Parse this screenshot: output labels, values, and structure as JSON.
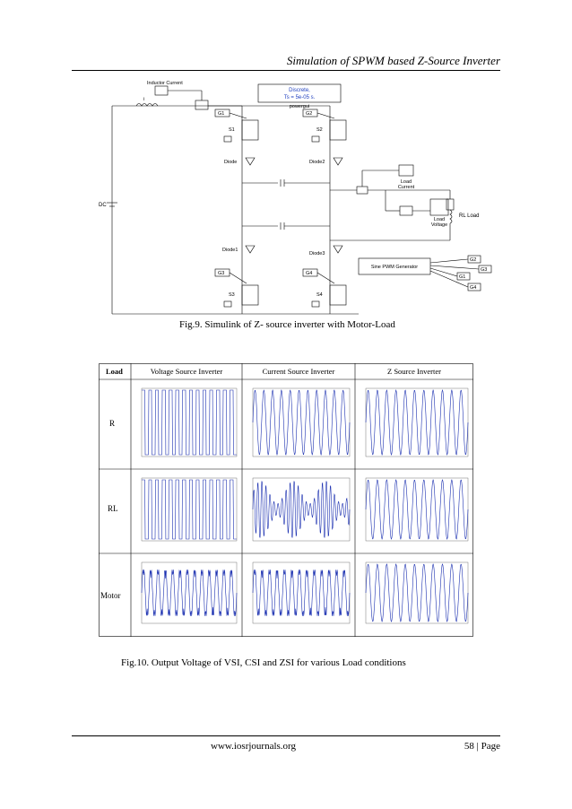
{
  "header": {
    "title": "Simulation of SPWM based Z-Source Inverter"
  },
  "figure9": {
    "caption": "Fig.9. Simulink of Z- source inverter with Motor-Load",
    "blocks": {
      "inductor_current": "Inductor Current",
      "powergui_line1": "Discrete,",
      "powergui_line2": "Ts = 5e-05 s.",
      "powergui_label": "powergui",
      "i_label": "i",
      "dc_label": "DC",
      "g1": "G1",
      "g2": "G2",
      "g3": "G3",
      "g4": "G4",
      "s1": "S1",
      "s2": "S2",
      "s3": "S3",
      "s4": "S4",
      "diode": "Diode",
      "diode1": "Diode1",
      "diode2": "Diode2",
      "diode3": "Diode3",
      "load_current_1": "Load",
      "load_current_2": "Current",
      "load_voltage_1": "Load",
      "load_voltage_2": "Voltage",
      "rl_load": "RL Load",
      "pwm_generator": "Sine PWM Generator",
      "out_g2": "G2",
      "out_g3": "G3",
      "out_g1": "G1",
      "out_g4": "G4"
    }
  },
  "table": {
    "headers": [
      "Load",
      "Voltage Source Inverter",
      "Current Source Inverter",
      "Z Source Inverter"
    ],
    "rows": [
      {
        "label": "R"
      },
      {
        "label": "RL"
      },
      {
        "label": "Motor"
      }
    ]
  },
  "figure10": {
    "caption": "Fig.10. Output Voltage of VSI, CSI and ZSI for various Load conditions"
  },
  "footer": {
    "url": "www.iosrjournals.org",
    "page": "58 | Page"
  }
}
